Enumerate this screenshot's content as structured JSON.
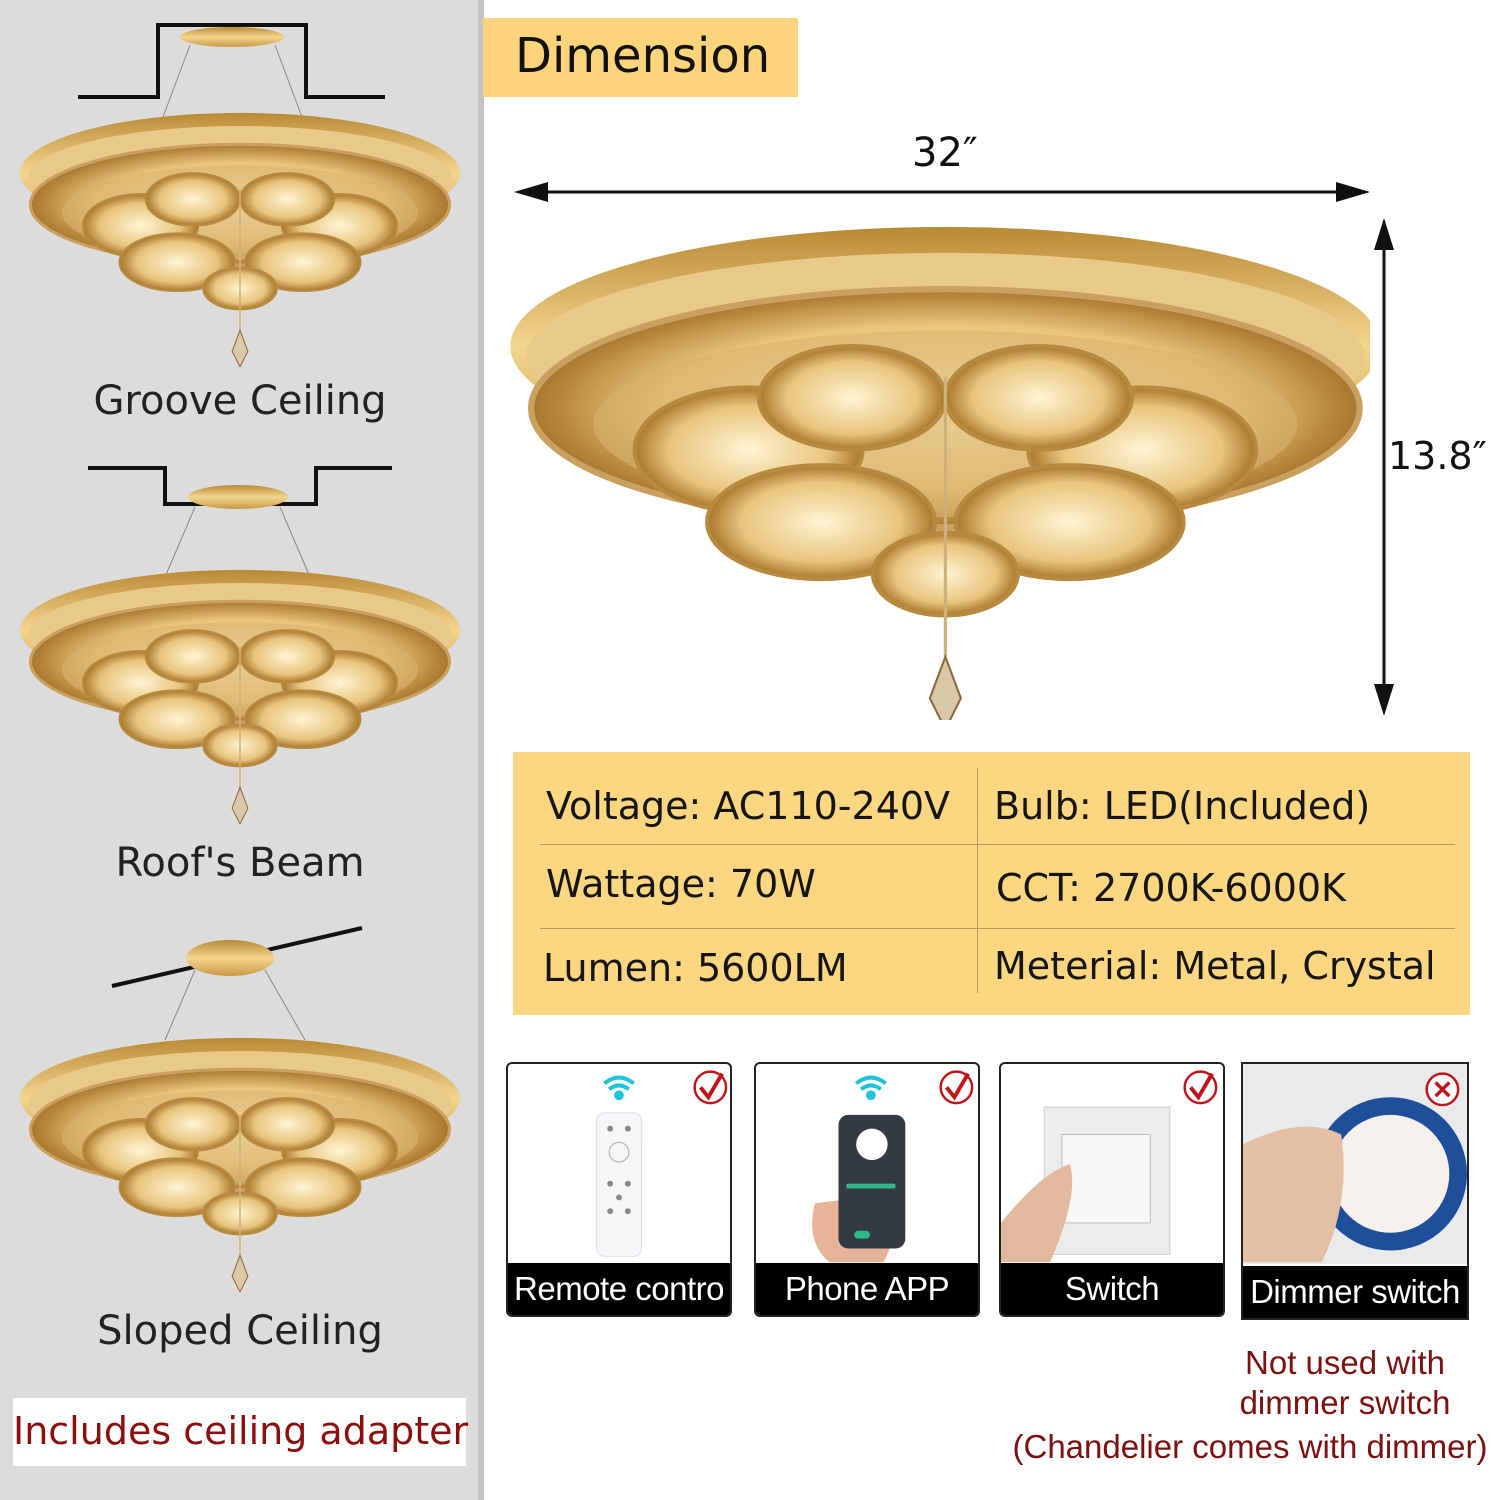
{
  "mounting": {
    "items": [
      {
        "label": "Groove Ceiling"
      },
      {
        "label": "Roof's Beam"
      },
      {
        "label": "Sloped Ceiling"
      }
    ],
    "adapter_note": "Includes ceiling adapter"
  },
  "dimension": {
    "title": "Dimension",
    "width": "32″",
    "height": "13.8″"
  },
  "specs": {
    "rows": [
      {
        "left": "Voltage: AC110-240V",
        "right": "Bulb: LED(Included)"
      },
      {
        "left": "Wattage: 70W",
        "right": "CCT: 2700K-6000K"
      },
      {
        "left": "Lumen: 5600LM",
        "right": "Meterial: Metal, Crystal"
      }
    ]
  },
  "controls": [
    {
      "label": "Remote contro",
      "icon": "remote-icon",
      "supported": true
    },
    {
      "label": "Phone APP",
      "icon": "phone-app-icon",
      "supported": true
    },
    {
      "label": "Switch",
      "icon": "wall-switch-icon",
      "supported": true
    },
    {
      "label": "Dimmer switch",
      "icon": "dimmer-icon",
      "supported": false
    }
  ],
  "dimmer_note": {
    "line1": "Not used with",
    "line2": "dimmer switch",
    "line3": "(Chandelier comes with dimmer)"
  },
  "colors": {
    "gold": "#d9a440",
    "spec_bg": "#fcd681",
    "note_red": "#7a1010",
    "check_red": "#c0141b",
    "wifi_cyan": "#22c3d8"
  }
}
